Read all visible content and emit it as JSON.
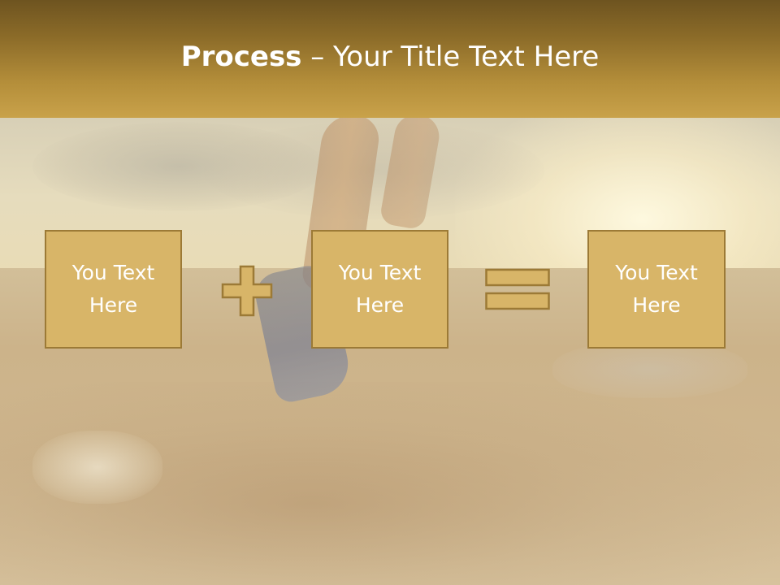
{
  "slide": {
    "title_bold": "Process",
    "title_rest": " – Your Title Text Here",
    "boxes": [
      {
        "text": "You Text Here"
      },
      {
        "text": "You Text Here"
      },
      {
        "text": "You Text Here"
      }
    ],
    "operators": {
      "first": "plus-icon",
      "second": "equals-icon"
    }
  },
  "colors": {
    "banner_dark": "#6e5420",
    "banner_light": "#c9a24a",
    "box_fill": "#d8b568",
    "box_border": "#9c7a36",
    "operator_fill": "#d8b568",
    "operator_stroke": "#9c7a36",
    "text": "#ffffff"
  }
}
